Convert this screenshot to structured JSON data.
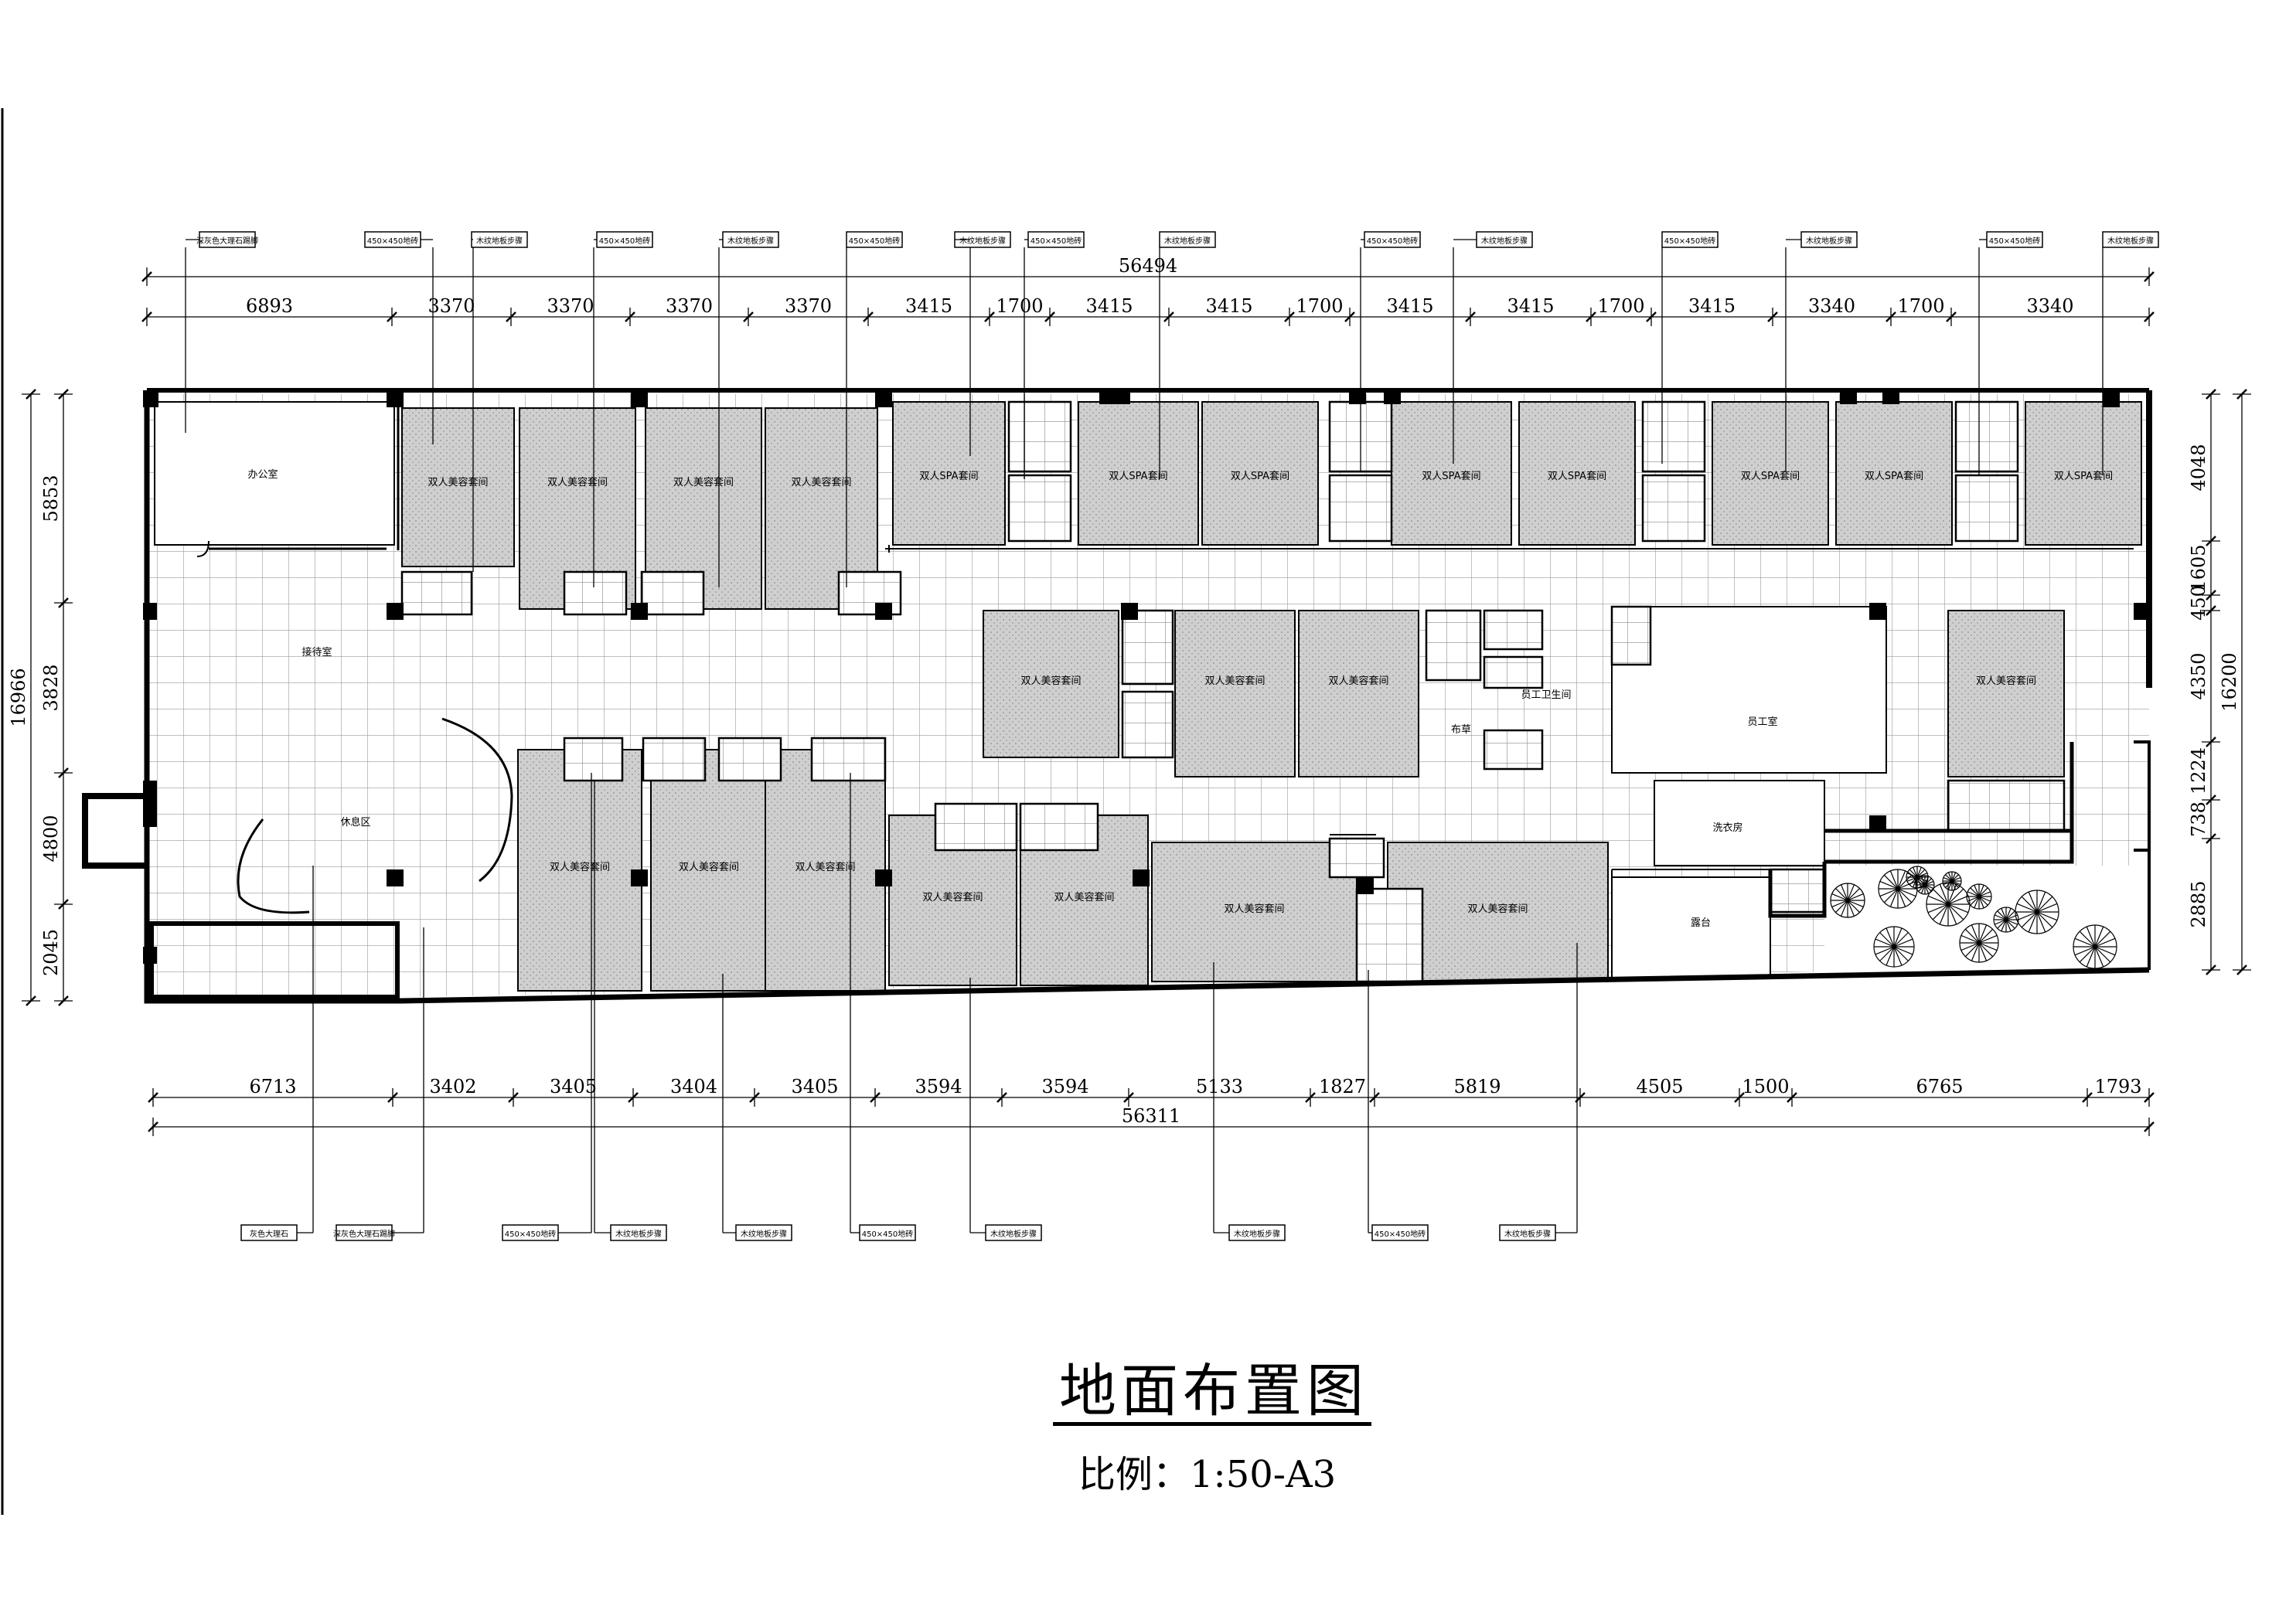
{
  "drawing_title": "地面布置图",
  "scale_label": "比例：1:50-A3",
  "dims": {
    "top_total": "56494",
    "top": [
      "6893",
      "3370",
      "3370",
      "3370",
      "3370",
      "3415",
      "1700",
      "3415",
      "3415",
      "1700",
      "3415",
      "3415",
      "1700",
      "3415",
      "3340",
      "1700",
      "3340"
    ],
    "bottom_total": "56311",
    "bottom": [
      "6713",
      "3402",
      "3405",
      "3404",
      "3405",
      "3594",
      "3594",
      "5133",
      "1827",
      "5819",
      "4505",
      "1500",
      "6765",
      "1793"
    ],
    "left_total": "16966",
    "left": [
      "5853",
      "3828",
      "4800",
      "2045"
    ],
    "right_total": "16200",
    "right": [
      "4048",
      "1605",
      "450",
      "4350",
      "1224",
      "738",
      "2885"
    ]
  },
  "tags_top": [
    "深灰色大理石踢脚",
    "450×450地砖",
    "木纹地板步骤",
    "450×450地砖",
    "木纹地板步骤",
    "450×450地砖",
    "木纹地板步骤",
    "450×450地砖",
    "木纹地板步骤",
    "450×450地砖",
    "木纹地板步骤",
    "450×450地砖",
    "木纹地板步骤",
    "450×450地砖",
    "木纹地板步骤"
  ],
  "tags_bottom": [
    "灰色大理石",
    "深灰色大理石踢脚",
    "450×450地砖",
    "木纹地板步骤",
    "木纹地板步骤",
    "450×450地砖",
    "木纹地板步骤",
    "木纹地板步骤",
    "450×450地砖",
    "木纹地板步骤"
  ],
  "rooms": {
    "office": "办公室",
    "reception": "接待室",
    "lounge": "休息区",
    "top_rooms": [
      "双人美容套间",
      "双人美容套间",
      "双人美容套间",
      "双人美容套间",
      "双人SPA套间",
      "双人SPA套间",
      "双人SPA套间",
      "双人SPA套间",
      "双人SPA套间",
      "双人SPA套间",
      "双人SPA套间",
      "双人SPA套间"
    ],
    "center_rooms": [
      "双人美容套间",
      "双人美容套间",
      "双人美容套间"
    ],
    "bottom_rooms": [
      "双人美容套间",
      "双人美容套间",
      "双人美容套间",
      "双人美容套间",
      "双人美容套间",
      "双人美容套间",
      "双人美容套间"
    ],
    "storage": "布草",
    "corridor_room": "员工卫生间",
    "staff": "员工室",
    "laundry": "洗衣房",
    "terrace": "露台"
  }
}
